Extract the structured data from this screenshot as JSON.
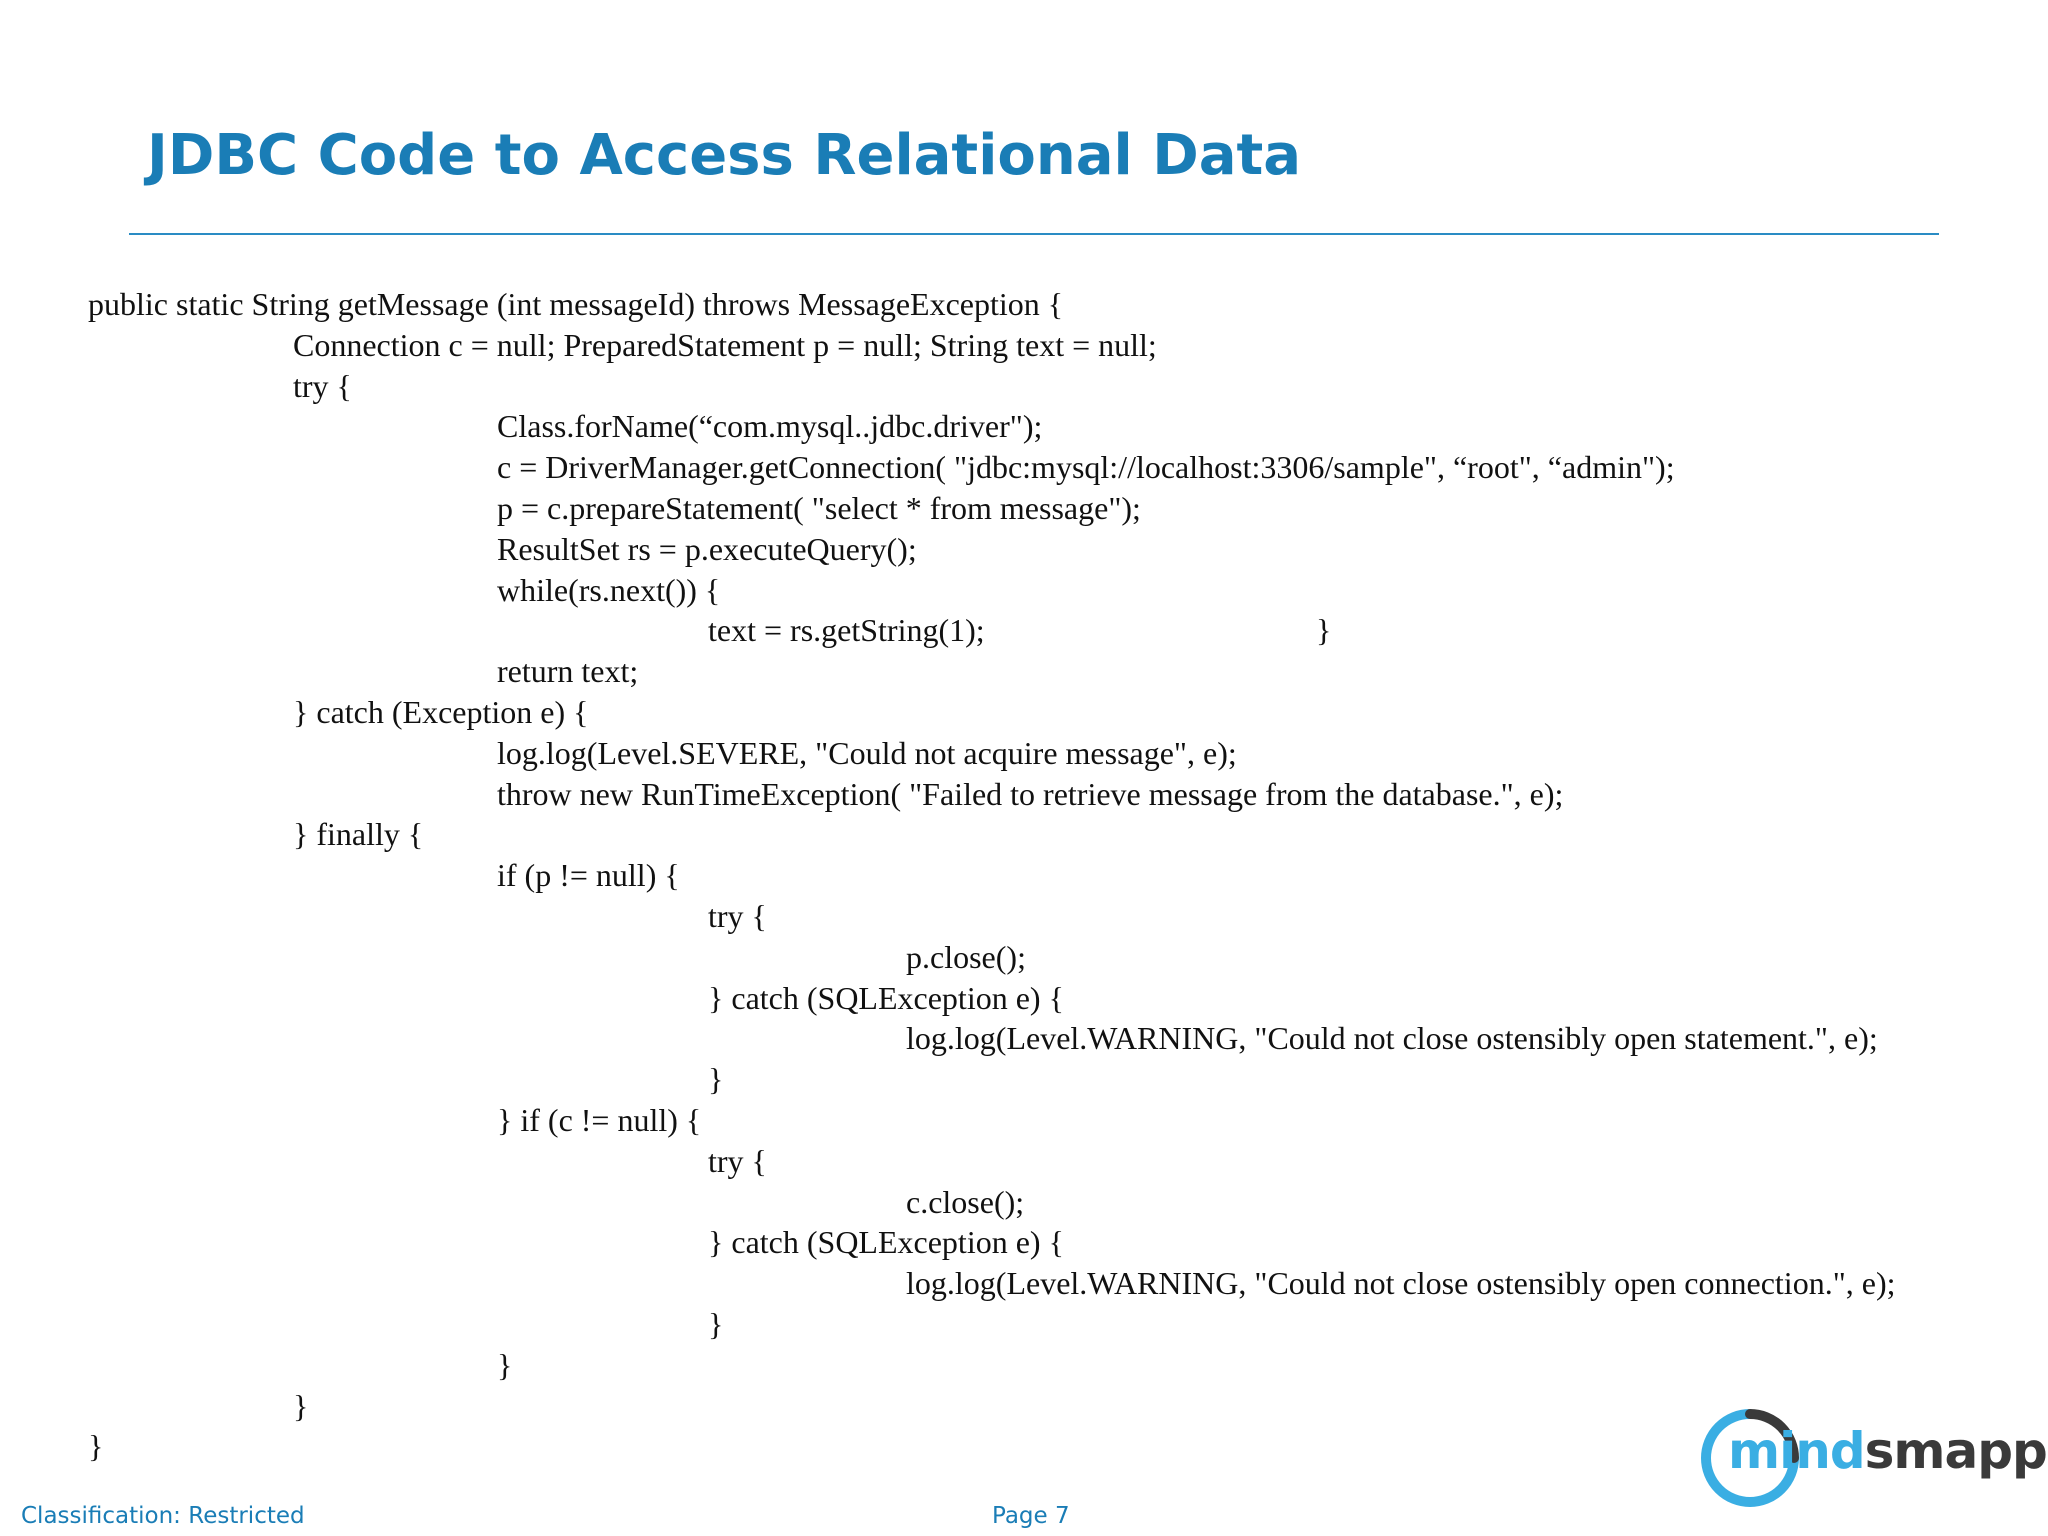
{
  "slide": {
    "title": "JDBC Code to Access Relational Data"
  },
  "code": {
    "lines": [
      {
        "indent": 0,
        "text": "public static String getMessage (int messageId) throws MessageException {"
      },
      {
        "indent": 1,
        "text": "Connection c = null; PreparedStatement p = null; String text = null;"
      },
      {
        "indent": 1,
        "text": "try {"
      },
      {
        "indent": 2,
        "text": "Class.forName(“com.mysql..jdbc.driver\");"
      },
      {
        "indent": 2,
        "text": "c = DriverManager.getConnection( \"jdbc:mysql://localhost:3306/sample\", “root\", “admin\");"
      },
      {
        "indent": 2,
        "text": "p = c.prepareStatement( \"select * from message\");"
      },
      {
        "indent": 2,
        "text": "ResultSet rs = p.executeQuery();"
      },
      {
        "indent": 2,
        "text": "while(rs.next()) {"
      },
      {
        "indent": 3,
        "text": "text = rs.getString(1);",
        "trailing": "}"
      },
      {
        "indent": 2,
        "text": "return text;"
      },
      {
        "indent": 1,
        "text": "} catch (Exception e) {"
      },
      {
        "indent": 2,
        "text": "log.log(Level.SEVERE, \"Could not acquire message\", e);"
      },
      {
        "indent": 2,
        "text": "throw new RunTimeException( \"Failed to retrieve message from the database.\", e);"
      },
      {
        "indent": 1,
        "text": "} finally {"
      },
      {
        "indent": 2,
        "text": "if (p != null) {"
      },
      {
        "indent": 3,
        "text": "try {"
      },
      {
        "indent": 4,
        "text": "p.close();"
      },
      {
        "indent": 3,
        "text": "} catch (SQLException e) {"
      },
      {
        "indent": 4,
        "text": "log.log(Level.WARNING, \"Could not close ostensibly open statement.\", e);"
      },
      {
        "indent": 3,
        "text": "}"
      },
      {
        "indent": 2,
        "text": "} if (c != null) {"
      },
      {
        "indent": 3,
        "text": "try {"
      },
      {
        "indent": 4,
        "text": "c.close();"
      },
      {
        "indent": 3,
        "text": "} catch (SQLException e) {"
      },
      {
        "indent": 4,
        "text": "log.log(Level.WARNING, \"Could not close ostensibly open connection.\", e);"
      },
      {
        "indent": 3,
        "text": "}"
      },
      {
        "indent": 2,
        "text": "}"
      },
      {
        "indent": 1,
        "text": "}"
      },
      {
        "indent": 0,
        "text": "}"
      }
    ]
  },
  "footer": {
    "classification": "Classification: Restricted",
    "page": "Page 7"
  },
  "logo": {
    "part_a": "mind",
    "part_b": "smapped",
    "colors": {
      "ring": "#3aaee3",
      "ring_dark": "#3a3a3a",
      "text_dark": "#3a3a3a",
      "text_light": "#3aaee3"
    }
  },
  "colors": {
    "title": "#1a7db6",
    "rule": "#2a8cc4",
    "code_text": "#111111",
    "footer": "#1a7db6"
  }
}
